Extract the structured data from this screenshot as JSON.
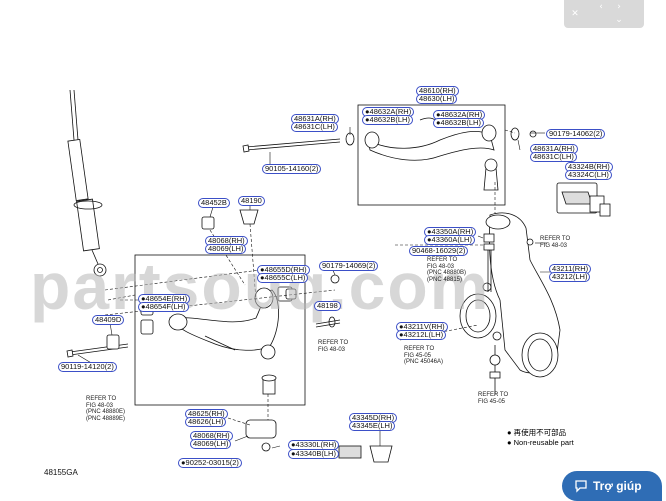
{
  "diagram": {
    "watermark": "partsouq.com",
    "figure_code": "48155GA",
    "legend": {
      "marker": "●",
      "text_cn": "再使用不可部品",
      "text_en": "Non-reusable part"
    },
    "part_labels": [
      {
        "id": "p48610",
        "text": "48610(RH)",
        "boxed": true
      },
      {
        "id": "p48630",
        "text": "48630(LH)",
        "boxed": true
      },
      {
        "id": "p48632A_top",
        "text": "●48632A(RH)",
        "boxed": true
      },
      {
        "id": "p48632B_top",
        "text": "●48632B(LH)",
        "boxed": true
      },
      {
        "id": "p48632A_r",
        "text": "●48632A(RH)",
        "boxed": true
      },
      {
        "id": "p48632B_r",
        "text": "●48632B(LH)",
        "boxed": true
      },
      {
        "id": "p48631A_l",
        "text": "48631A(RH)",
        "boxed": true
      },
      {
        "id": "p48631C_l",
        "text": "48631C(LH)",
        "boxed": true
      },
      {
        "id": "p90179_14062",
        "text": "90179-14062(2)",
        "boxed": true
      },
      {
        "id": "p48631A_r",
        "text": "48631A(RH)",
        "boxed": true
      },
      {
        "id": "p48631C_r",
        "text": "48631C(LH)",
        "boxed": true
      },
      {
        "id": "p43324B",
        "text": "43324B(RH)",
        "boxed": true
      },
      {
        "id": "p43324C",
        "text": "43324C(LH)",
        "boxed": true
      },
      {
        "id": "p90105_14160",
        "text": "90105-14160(2)",
        "boxed": true
      },
      {
        "id": "p48452B",
        "text": "48452B",
        "boxed": true
      },
      {
        "id": "p48190",
        "text": "48190",
        "boxed": true
      },
      {
        "id": "p48068",
        "text": "48068(RH)",
        "boxed": true
      },
      {
        "id": "p48069",
        "text": "48069(LH)",
        "boxed": true
      },
      {
        "id": "p48655D",
        "text": "●48655D(RH)",
        "boxed": true
      },
      {
        "id": "p48655C",
        "text": "●48655C(LH)",
        "boxed": true
      },
      {
        "id": "p90179_14069",
        "text": "90179-14069(2)",
        "boxed": true
      },
      {
        "id": "p43350A",
        "text": "●43350A(RH)",
        "boxed": true
      },
      {
        "id": "p43360A",
        "text": "●43360A(LH)",
        "boxed": true
      },
      {
        "id": "p90468",
        "text": "90468-16029(2)",
        "boxed": true
      },
      {
        "id": "p48654E",
        "text": "●48654E(RH)",
        "boxed": true
      },
      {
        "id": "p48654F",
        "text": "●48654F(LH)",
        "boxed": true
      },
      {
        "id": "p48198",
        "text": "48198",
        "boxed": true
      },
      {
        "id": "p43211",
        "text": "43211(RH)",
        "boxed": true
      },
      {
        "id": "p43212",
        "text": "43212(LH)",
        "boxed": true
      },
      {
        "id": "p48409D",
        "text": "48409D",
        "boxed": true
      },
      {
        "id": "p43211V",
        "text": "●43211V(RH)",
        "boxed": true
      },
      {
        "id": "p43212L",
        "text": "●43212L(LH)",
        "boxed": true
      },
      {
        "id": "p90119_14120",
        "text": "90119-14120(2)",
        "boxed": true
      },
      {
        "id": "p48625",
        "text": "48625(RH)",
        "boxed": true
      },
      {
        "id": "p48626",
        "text": "48626(LH)",
        "boxed": true
      },
      {
        "id": "p43345D",
        "text": "43345D(RH)",
        "boxed": true
      },
      {
        "id": "p43345E",
        "text": "43345E(LH)",
        "boxed": true
      },
      {
        "id": "p48068_b",
        "text": "48068(RH)",
        "boxed": true
      },
      {
        "id": "p48069_b",
        "text": "48069(LH)",
        "boxed": true
      },
      {
        "id": "p43330L",
        "text": "●43330L(RH)",
        "boxed": true
      },
      {
        "id": "p43340B",
        "text": "●43340B(LH)",
        "boxed": true
      },
      {
        "id": "p90252",
        "text": "●90252-03015(2)",
        "boxed": true
      }
    ],
    "refer_notes": [
      {
        "id": "r1",
        "lines": [
          "REFER TO",
          "FIG 48-03"
        ]
      },
      {
        "id": "r2",
        "lines": [
          "REFER TO",
          "FIG 48-03",
          "(PNC 48880B)",
          "(PNC 48815)"
        ]
      },
      {
        "id": "r3",
        "lines": [
          "REFER TO",
          "FIG 48-03"
        ]
      },
      {
        "id": "r4",
        "lines": [
          "REFER TO",
          "FIG 48-03",
          "(PNC 48880E)",
          "(PNC 48889E)"
        ]
      },
      {
        "id": "r5",
        "lines": [
          "REFER TO",
          "FIG 45-05",
          "(PNC 45046A)"
        ]
      },
      {
        "id": "r6",
        "lines": [
          "REFER TO",
          "FIG 45-05"
        ]
      }
    ]
  },
  "ui": {
    "nav_icons": [
      "close-icon",
      "chevron-left-icon",
      "chevron-right-icon",
      "chevron-down-icon"
    ],
    "help_button_label": "Trợ giúp",
    "help_button_color": "#2f6db5",
    "label_border_color": "#3b4fc7"
  }
}
